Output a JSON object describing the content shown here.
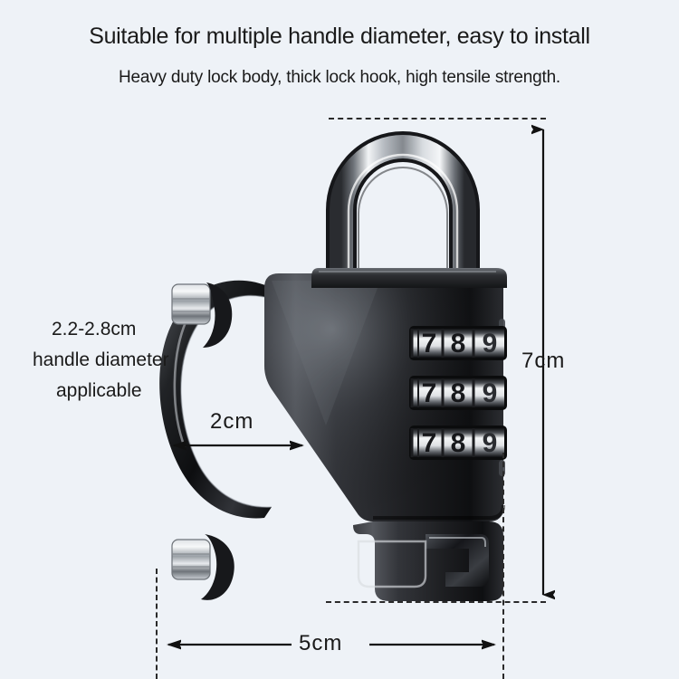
{
  "header": {
    "title": "Suitable for multiple handle diameter, easy to install",
    "subtitle": "Heavy duty lock body, thick lock hook, high tensile strength."
  },
  "annotations": {
    "handle_note": {
      "line1": "2.2-2.8cm",
      "line2": "handle diameter",
      "line3": "applicable"
    },
    "dimensions": {
      "inner_diameter": "2cm",
      "height": "7cm",
      "width": "5cm"
    }
  },
  "product": {
    "type": "combination-padlock-with-handlebar-clamp",
    "body_color": "#1b1b1d",
    "shackle_color": "#cfd3d8",
    "dials": [
      {
        "digits": [
          "7",
          "8",
          "9"
        ]
      },
      {
        "digits": [
          "7",
          "8",
          "9"
        ]
      },
      {
        "digits": [
          "7",
          "8",
          "9"
        ]
      }
    ]
  },
  "style": {
    "background": "#eef2f7",
    "text_color": "#1a1a1a",
    "guide_color": "#2a2a2a"
  }
}
